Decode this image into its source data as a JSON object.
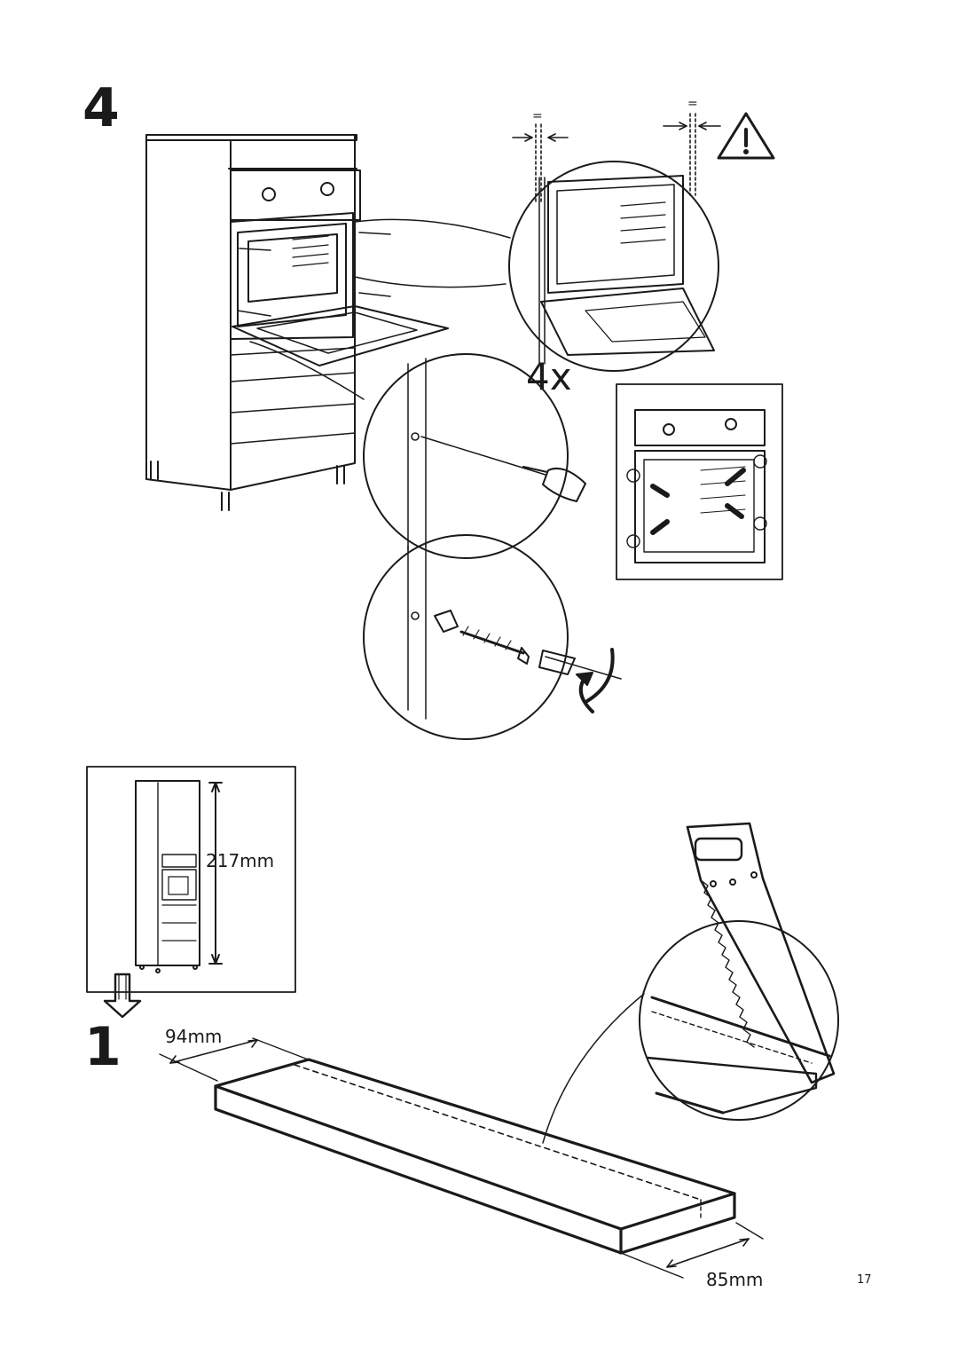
{
  "steps": {
    "step_4": {
      "number": "4",
      "multiplier": "4x",
      "equal_sign_left": "=",
      "equal_sign_right": "="
    },
    "step_1": {
      "number": "1",
      "cabinet_height": "217mm",
      "cut_width_top": "94mm",
      "cut_width_bottom": "85mm"
    }
  },
  "page_number": "17",
  "icons": [
    "warning-triangle-icon",
    "screwdriver-icon",
    "screw-icon",
    "rotate-arrow-icon",
    "saw-icon",
    "down-arrow-icon"
  ]
}
